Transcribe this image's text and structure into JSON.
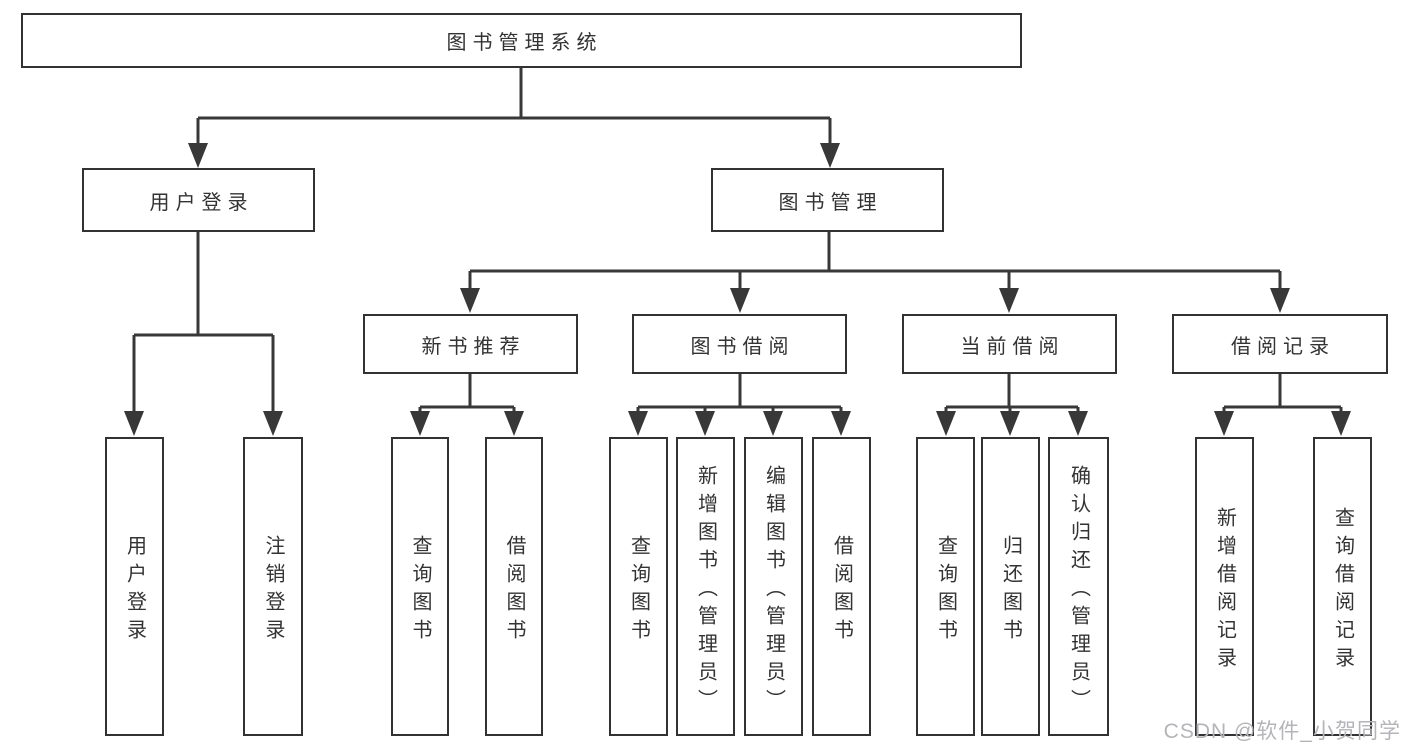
{
  "diagram": {
    "root": "图书管理系统",
    "user": {
      "label": "用户登录",
      "leaves": [
        "用户登录",
        "注销登录"
      ]
    },
    "book": {
      "label": "图书管理",
      "groups": [
        {
          "label": "新书推荐",
          "leaves": [
            "查询图书",
            "借阅图书"
          ]
        },
        {
          "label": "图书借阅",
          "leaves": [
            "查询图书",
            "新增图书（管理员）",
            "编辑图书（管理员）",
            "借阅图书"
          ]
        },
        {
          "label": "当前借阅",
          "leaves": [
            "查询图书",
            "归还图书",
            "确认归还（管理员）"
          ]
        },
        {
          "label": "借阅记录",
          "leaves": [
            "新增借阅记录",
            "查询借阅记录"
          ]
        }
      ]
    }
  },
  "colors": {
    "line": "#383838",
    "text": "#333333",
    "watermark": "#b4b4b9"
  },
  "watermark": {
    "text": "CSDN @软件_小贺同学"
  }
}
